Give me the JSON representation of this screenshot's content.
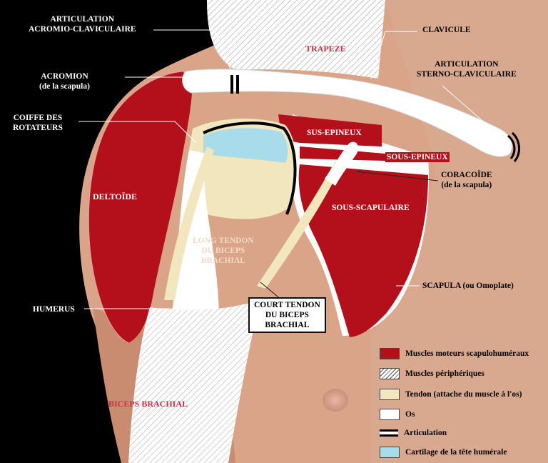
{
  "labels": {
    "acromio_clav": "ARTICULATION\nACROMIO-CLAVICULAIRE",
    "trapeze": "TRAPEZE",
    "clavicule": "CLAVICULE",
    "sterno_clav": "ARTICULATION\nSTERNO-CLAVICULAIRE",
    "acromion": "ACROMION\n(de la scapula)",
    "coiffe": "COIFFE DES\nROTATEURS",
    "sus_epineux": "SUS-EPINEUX",
    "sous_epineux": "SOUS-EPINEUX",
    "coracoide": "CORACOÏDE\n(de la scapula)",
    "deltoide": "DELTOÏDE",
    "sous_scapulaire": "SOUS-SCAPULAIRE",
    "long_tendon": "LONG TENDON\nDU BICEPS\nBRACHIAL",
    "humerus": "HUMERUS",
    "court_tendon": "COURT TENDON\nDU BICEPS\nBRACHIAL",
    "scapula": "SCAPULA (ou Omoplate)",
    "biceps": "BICEPS BRACHIAL"
  },
  "legend": [
    {
      "label": "Muscles moteurs scapulohuméraux",
      "swatch": "muscle-red"
    },
    {
      "label": "Muscles périphériques",
      "swatch": "hatched"
    },
    {
      "label": "Tendon (attache du muscle à l'os)",
      "swatch": "tendon-cream"
    },
    {
      "label": "Os",
      "swatch": "bone-white"
    },
    {
      "label": "Articulation",
      "swatch": "joint-black"
    },
    {
      "label": "Cartilage de la tête humérale",
      "swatch": "cartilage-blue"
    }
  ],
  "colors": {
    "background": "#000000",
    "skin": "#d9a488",
    "skin_deep": "#b97e62",
    "muscle": "#b3101c",
    "tendon": "#f1e6bd",
    "bone": "#ffffff",
    "cartilage": "#a9dcea",
    "joint": "#000000"
  }
}
